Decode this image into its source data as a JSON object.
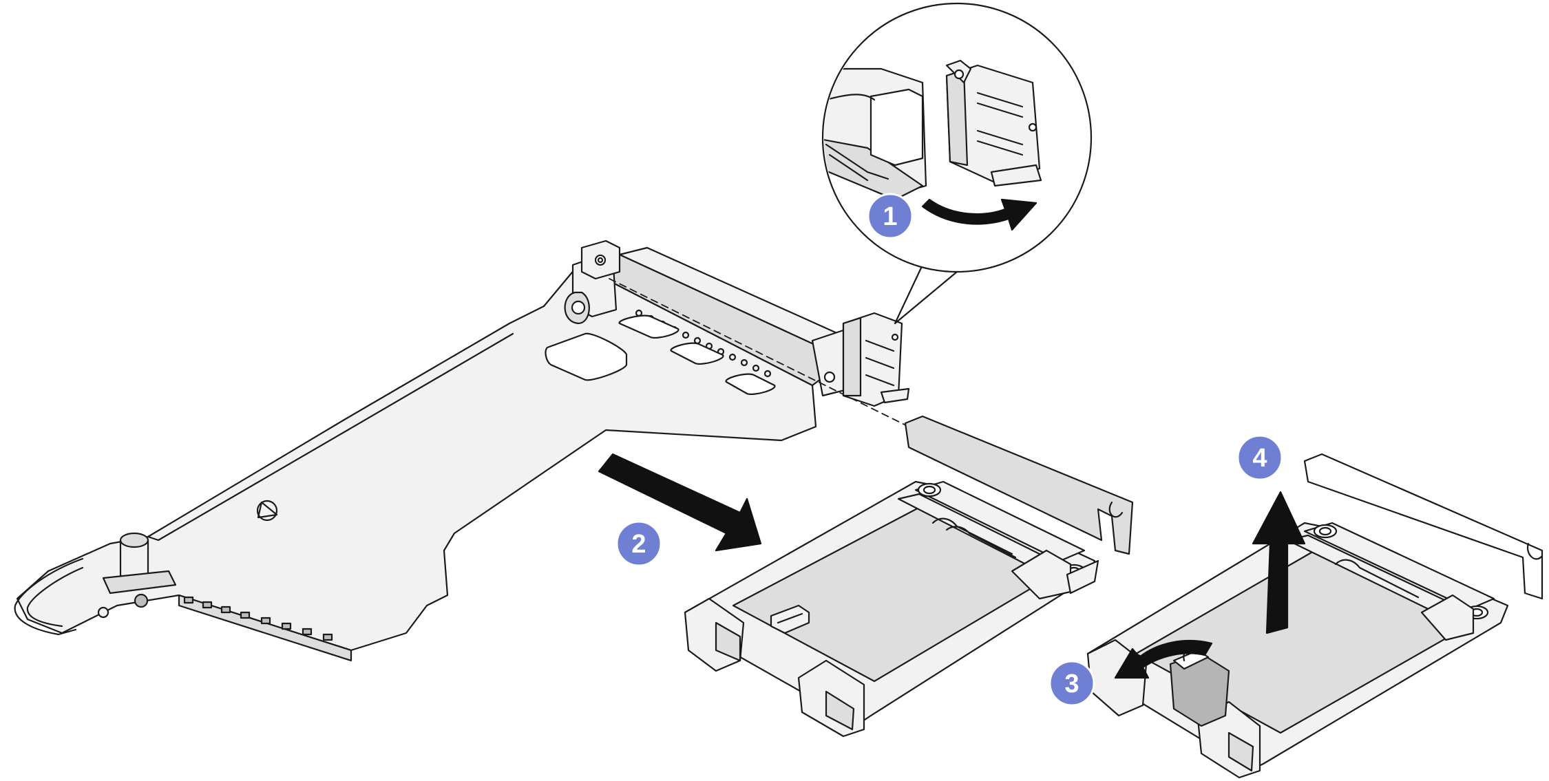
{
  "colors": {
    "line": "#1a1a1a",
    "metal_light": "#f2f2f2",
    "metal_mid": "#dedede",
    "metal_dark": "#bdbdbd",
    "latch_fill": "#b5b5b5",
    "badge": "#6f7fd4",
    "badge_text": "#ffffff",
    "arrow": "#111111",
    "background": "#ffffff"
  },
  "callouts": [
    {
      "id": "step-1",
      "label": "1"
    },
    {
      "id": "step-2",
      "label": "2"
    },
    {
      "id": "step-3",
      "label": "3"
    },
    {
      "id": "step-4",
      "label": "4"
    }
  ],
  "arrows": [
    {
      "step": "1",
      "kind": "rotate",
      "icon": "curved-arrow-right-icon"
    },
    {
      "step": "2",
      "kind": "slide-out",
      "icon": "arrow-down-right-icon"
    },
    {
      "step": "3",
      "kind": "rotate",
      "icon": "curved-arrow-left-icon"
    },
    {
      "step": "4",
      "kind": "lift",
      "icon": "arrow-up-icon"
    }
  ],
  "parts": [
    {
      "id": "riser-bracket",
      "icon": "riser-bracket-icon"
    },
    {
      "id": "bracket-latch",
      "icon": "latch-icon"
    },
    {
      "id": "m2-adapter-assembly",
      "icon": "m2-adapter-icon"
    },
    {
      "id": "m2-adapter-released",
      "icon": "m2-adapter-icon"
    },
    {
      "id": "retainer-clip",
      "icon": "retainer-clip-icon"
    },
    {
      "id": "latch-detail-magnifier",
      "icon": "magnifier-icon"
    }
  ]
}
